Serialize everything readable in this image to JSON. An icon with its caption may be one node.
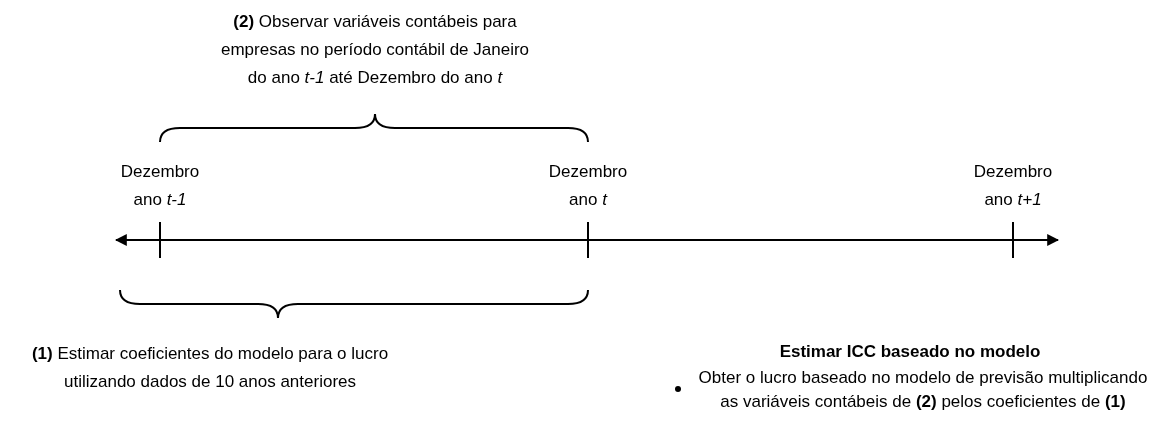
{
  "diagram": {
    "labels": [
      "**(2)** Observar variáveis contábeis para empresas no período contábil de Janeiro do ano *t-1* até Dezembro do ano *t*",
      "Dezembro ano *t-1*",
      "Dezembro ano *t*",
      "Dezembro ano *t+1*",
      "**(1)** Estimar coeficientes do modelo para o lucro utilizando dados de 10 anos anteriores",
      "Estimar ICC baseado no modelo",
      "Obter o lucro baseado no modelo de previsão multiplicando as variáveis contábeis de **(2)** pelos coeficientes de **(1)**"
    ]
  }
}
